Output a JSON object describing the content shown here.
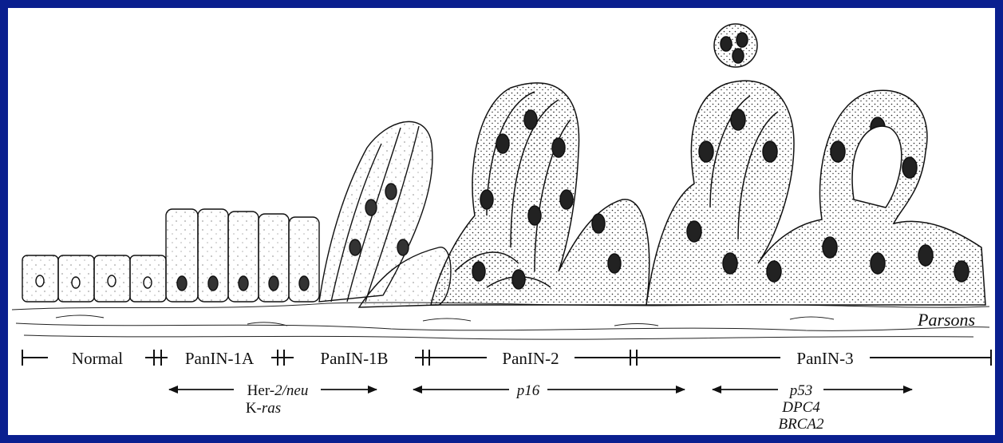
{
  "stages": [
    {
      "label": "Normal"
    },
    {
      "label": "PanIN-1A"
    },
    {
      "label": "PanIN-1B"
    },
    {
      "label": "PanIN-2"
    },
    {
      "label": "PanIN-3"
    }
  ],
  "genes": [
    {
      "prefix": "Her-",
      "italic": "2/neu"
    },
    {
      "prefix": "K-",
      "italic": "ras"
    },
    {
      "italic": "p16"
    },
    {
      "italic": "p53"
    },
    {
      "italic": "DPC4"
    },
    {
      "italic": "BRCA2"
    }
  ],
  "signature": "Parsons",
  "colors": {
    "frame": "#0a1f8f",
    "ink": "#111111",
    "paper": "#ffffff"
  }
}
